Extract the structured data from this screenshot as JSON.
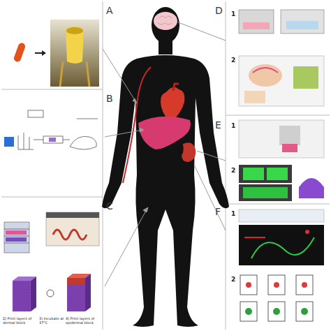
{
  "diagram": {
    "labels": [
      "A",
      "B",
      "C",
      "D",
      "E",
      "F",
      "1",
      "2",
      "1",
      "2",
      "1",
      "2",
      "2) Print layers of dermal block",
      "3) Incubate at 37°C",
      "4) Print layers of epidermal block"
    ]
  }
}
